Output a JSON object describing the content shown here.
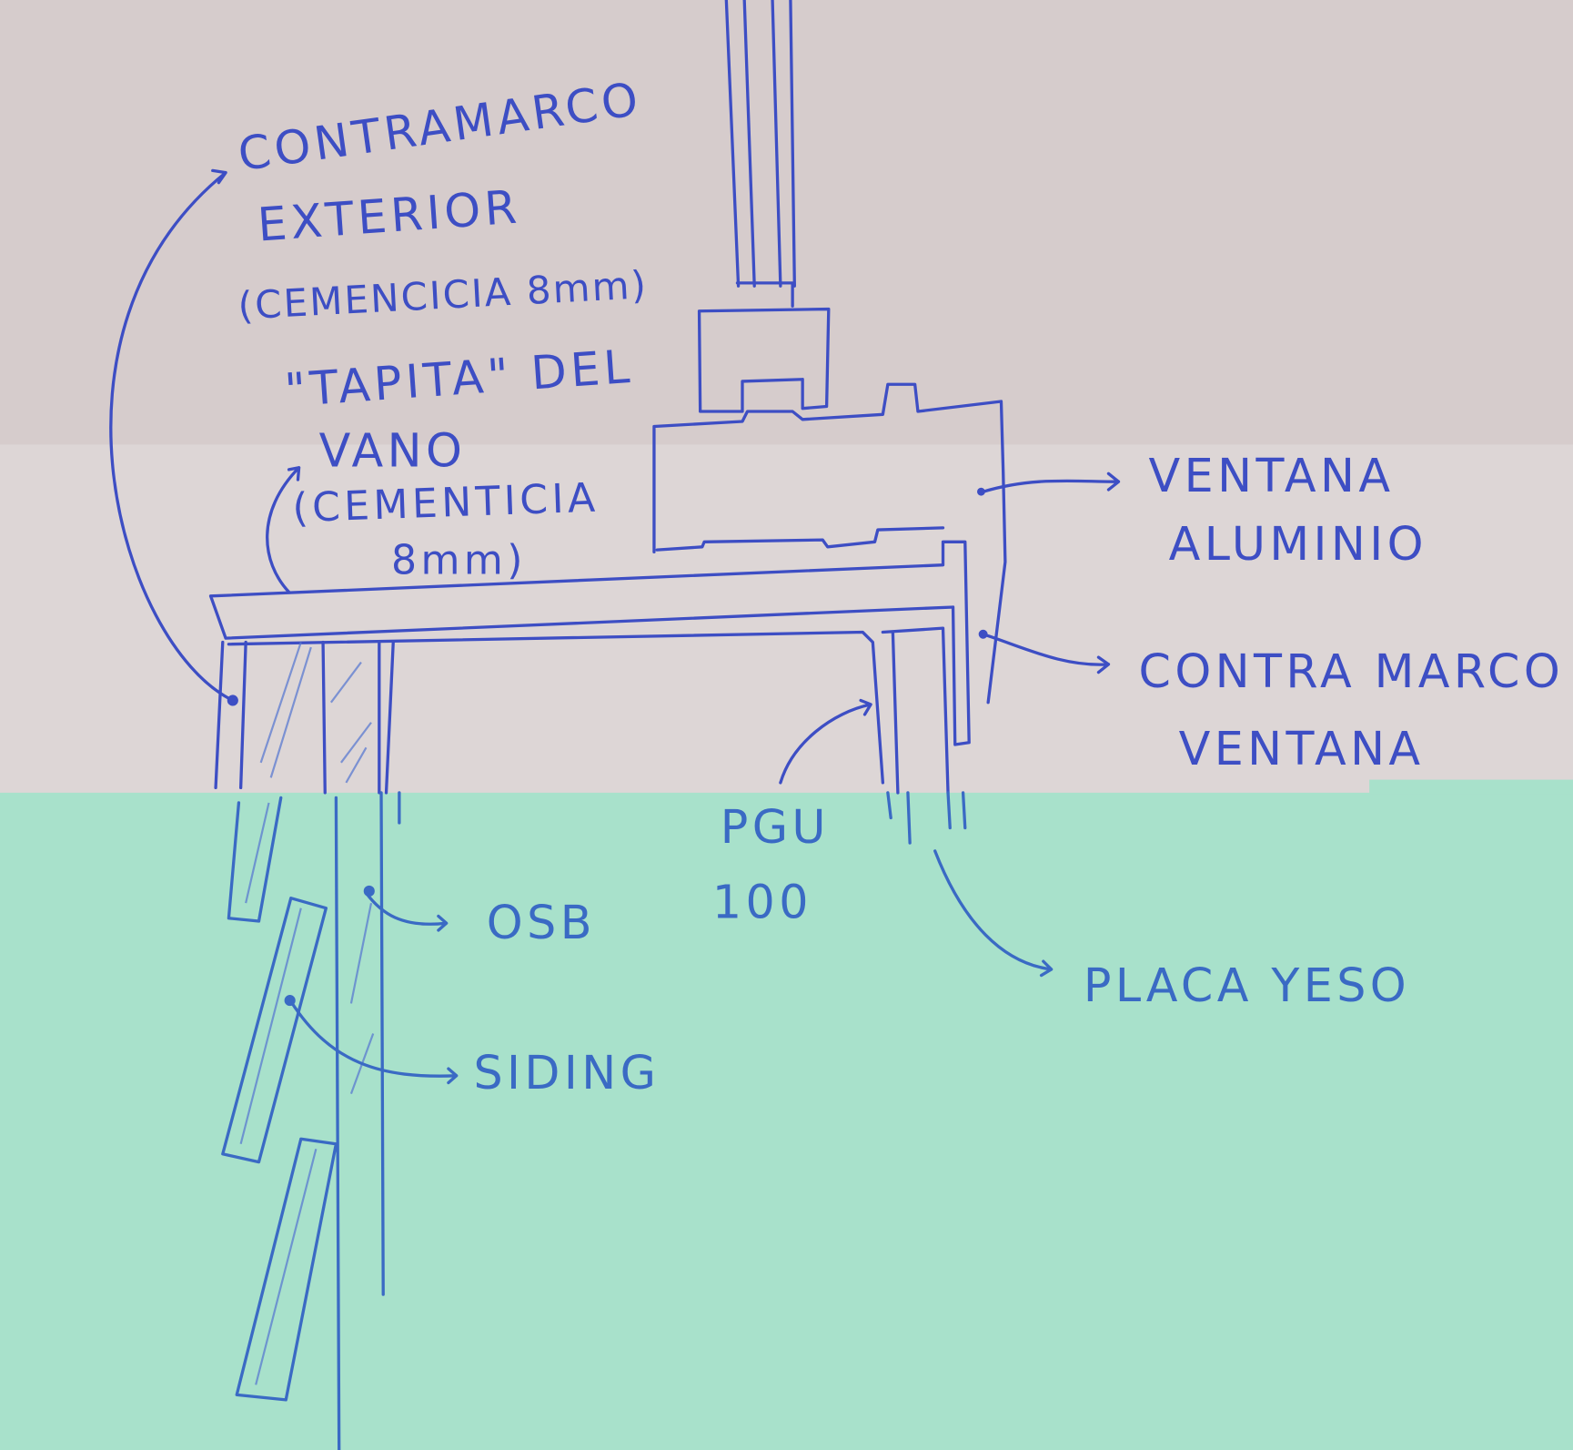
{
  "colors": {
    "paper_top": "#d6cccc",
    "paper_middle": "#ddd6d6",
    "paper_bottom": "#a8e1cb",
    "ink_top": "#3d4ec4",
    "ink_bottom": "#3a6ac4"
  },
  "labels": {
    "contramarco_exterior": [
      "CONTRAMARCO",
      "EXTERIOR",
      "(CEMENCICIA 8mm)"
    ],
    "tapita_del_vano": [
      "\"TAPITA\" DEL",
      "VANO",
      "(CEMENTICIA",
      "8mm)"
    ],
    "ventana_aluminio": [
      "VENTANA",
      "ALUMINIO"
    ],
    "contra_marco_ventana": [
      "CONTRA MARCO",
      "VENTANA"
    ],
    "pgu": [
      "PGU",
      "100"
    ],
    "osb": "OSB",
    "siding": "SIDING",
    "placa_yeso": "PLACA YESO"
  }
}
